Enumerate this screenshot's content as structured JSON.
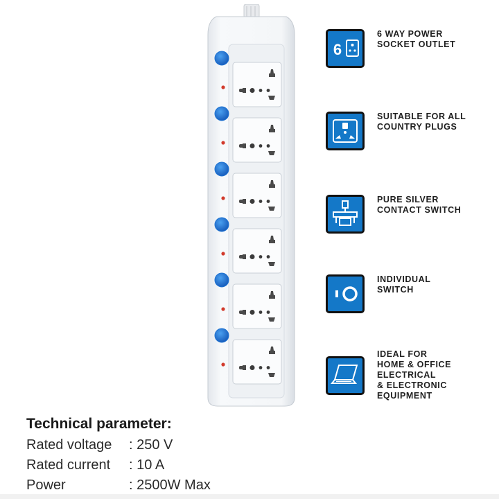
{
  "features": [
    {
      "icon": "six-way-socket-icon",
      "icon_number": "6",
      "text": "6 WAY POWER\nSOCKET OUTLET"
    },
    {
      "icon": "universal-socket-icon",
      "text": "SUITABLE FOR ALL\nCOUNTRY PLUGS"
    },
    {
      "icon": "silver-contact-icon",
      "text": "PURE SILVER\nCONTACT SWITCH"
    },
    {
      "icon": "toggle-switch-icon",
      "text": "INDIVIDUAL\nSWITCH"
    },
    {
      "icon": "laptop-icon",
      "text": "IDEAL  FOR\nHOME & OFFICE\nELECTRICAL\n& ELECTRONIC\nEQUIPMENT"
    }
  ],
  "specs": {
    "title": "Technical parameter:",
    "rows": [
      {
        "label": "Rated voltage",
        "value": "250 V"
      },
      {
        "label": "Rated current",
        "value": "10 A"
      },
      {
        "label": "Power",
        "value": "2500W Max"
      }
    ]
  },
  "colors": {
    "accent_blue": "#1478c8",
    "switch_blue": "#1e73d2",
    "body_white": "#f4f6f8",
    "text_dark": "#1f1f1f"
  },
  "product": {
    "socket_count": 6
  }
}
